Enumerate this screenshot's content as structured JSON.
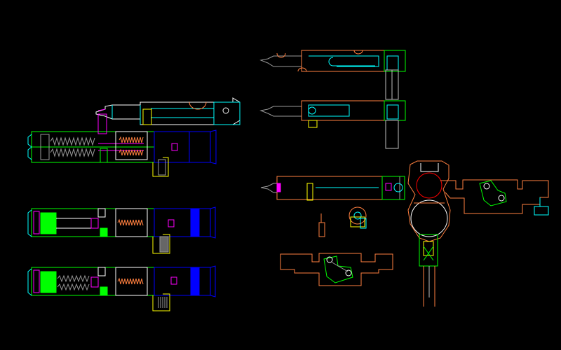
{
  "drawing": {
    "background": "#000000",
    "palette": {
      "green": "#00ff00",
      "cyan": "#00ffff",
      "blue": "#0000ff",
      "white": "#ffffff",
      "orange": "#ff7f3f",
      "yellow": "#ffff00",
      "magenta": "#ff00ff",
      "gray": "#9a9a9a",
      "light_gray": "#c0c0c0"
    },
    "components": [
      "actuator-assembly-top",
      "actuator-assembly-middle",
      "actuator-assembly-bottom",
      "probe-clamp-top",
      "probe-clamp-middle",
      "probe-clamp-lower",
      "round-clamp-assembly",
      "cam-bracket-left",
      "cam-bracket-right",
      "small-washer-part",
      "small-pin-part"
    ]
  }
}
